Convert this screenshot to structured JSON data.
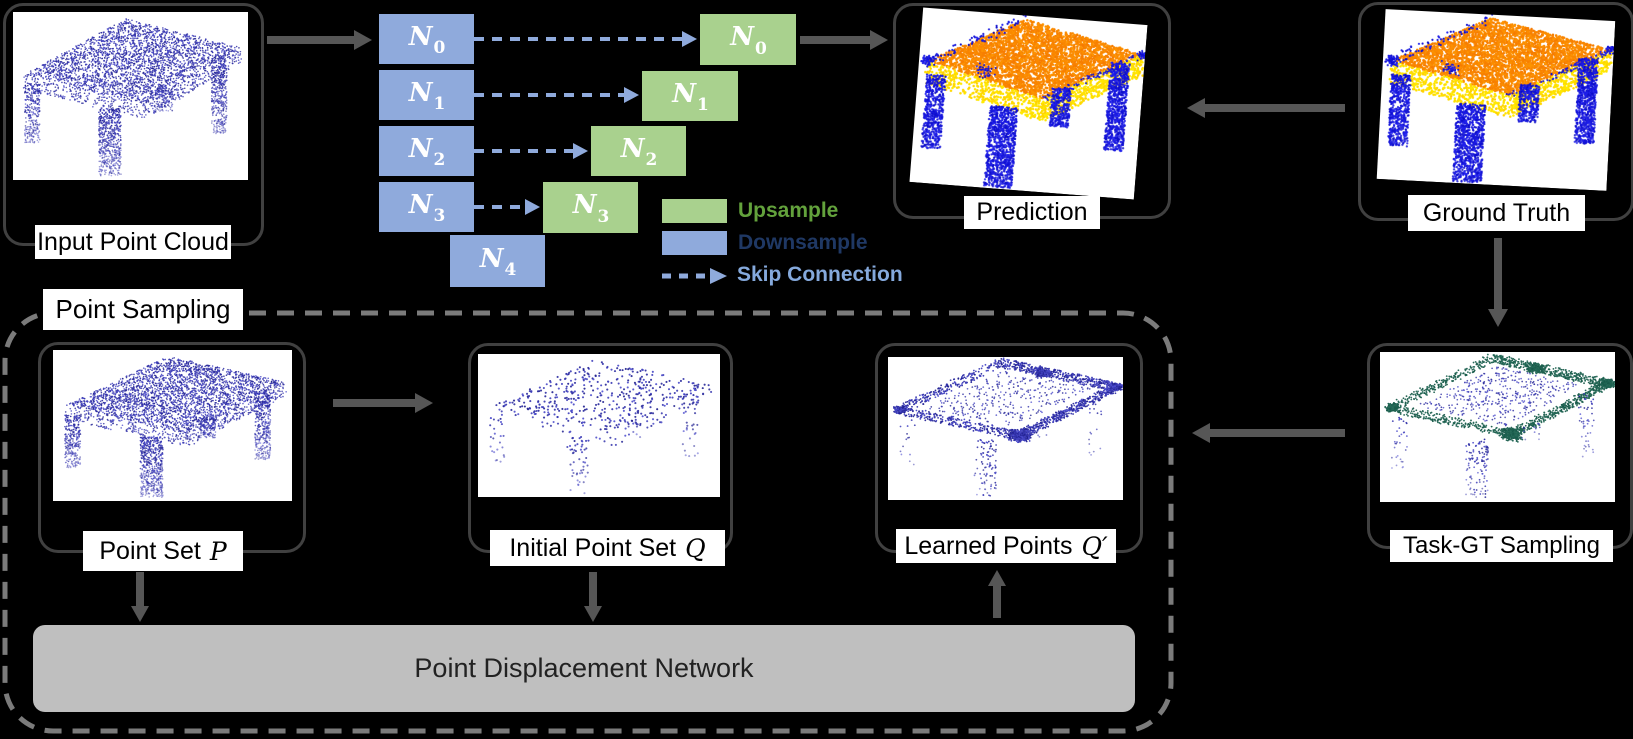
{
  "panels": {
    "input": {
      "label": "Input Point Cloud"
    },
    "prediction": {
      "label": "Prediction"
    },
    "ground_truth": {
      "label": "Ground Truth"
    },
    "point_set_p": {
      "label": "Point Set",
      "math": "P"
    },
    "initial_point_set_q": {
      "label": "Initial Point Set",
      "math": "Q"
    },
    "learned_points_q": {
      "label": "Learned Points",
      "math": "Q′"
    },
    "task_gt": {
      "label": "Task-GT Sampling"
    }
  },
  "region": {
    "label": "Point Sampling"
  },
  "network": {
    "encoder": [
      {
        "letter": "N",
        "sub": "0"
      },
      {
        "letter": "N",
        "sub": "1"
      },
      {
        "letter": "N",
        "sub": "2"
      },
      {
        "letter": "N",
        "sub": "3"
      },
      {
        "letter": "N",
        "sub": "4"
      }
    ],
    "decoder": [
      {
        "letter": "N",
        "sub": "0"
      },
      {
        "letter": "N",
        "sub": "1"
      },
      {
        "letter": "N",
        "sub": "2"
      },
      {
        "letter": "N",
        "sub": "3"
      }
    ]
  },
  "legend": {
    "items": [
      {
        "label": "Upsample",
        "swatch": "green-box",
        "text_color": "#63A23C"
      },
      {
        "label": "Downsample",
        "swatch": "blue-box",
        "text_color": "#1F3864"
      },
      {
        "label": "Skip Connection",
        "swatch": "dashed-arrow",
        "text_color": "#85A9DC"
      }
    ]
  },
  "displacement_bar": {
    "label": "Point Displacement Network"
  },
  "colors": {
    "background": "#000000",
    "panel_border": "#404040",
    "label_bg": "#FFFFFF",
    "label_text": "#000000",
    "downsample_box": "#8FAADC",
    "upsample_box": "#A9D18E",
    "skip_arrow": "#8FAADC",
    "flow_arrow": "#565656",
    "dashed_region": "#7B7B7B",
    "bar_fill": "#BFBFBF",
    "bar_text": "#222222",
    "cloud_navy": "#2B2BA8",
    "cloud_teal": "#1E5B4B",
    "seg_top_orange": "#F68300",
    "seg_rim_yellow": "#FFD800",
    "seg_leg_blue": "#1313CC"
  }
}
